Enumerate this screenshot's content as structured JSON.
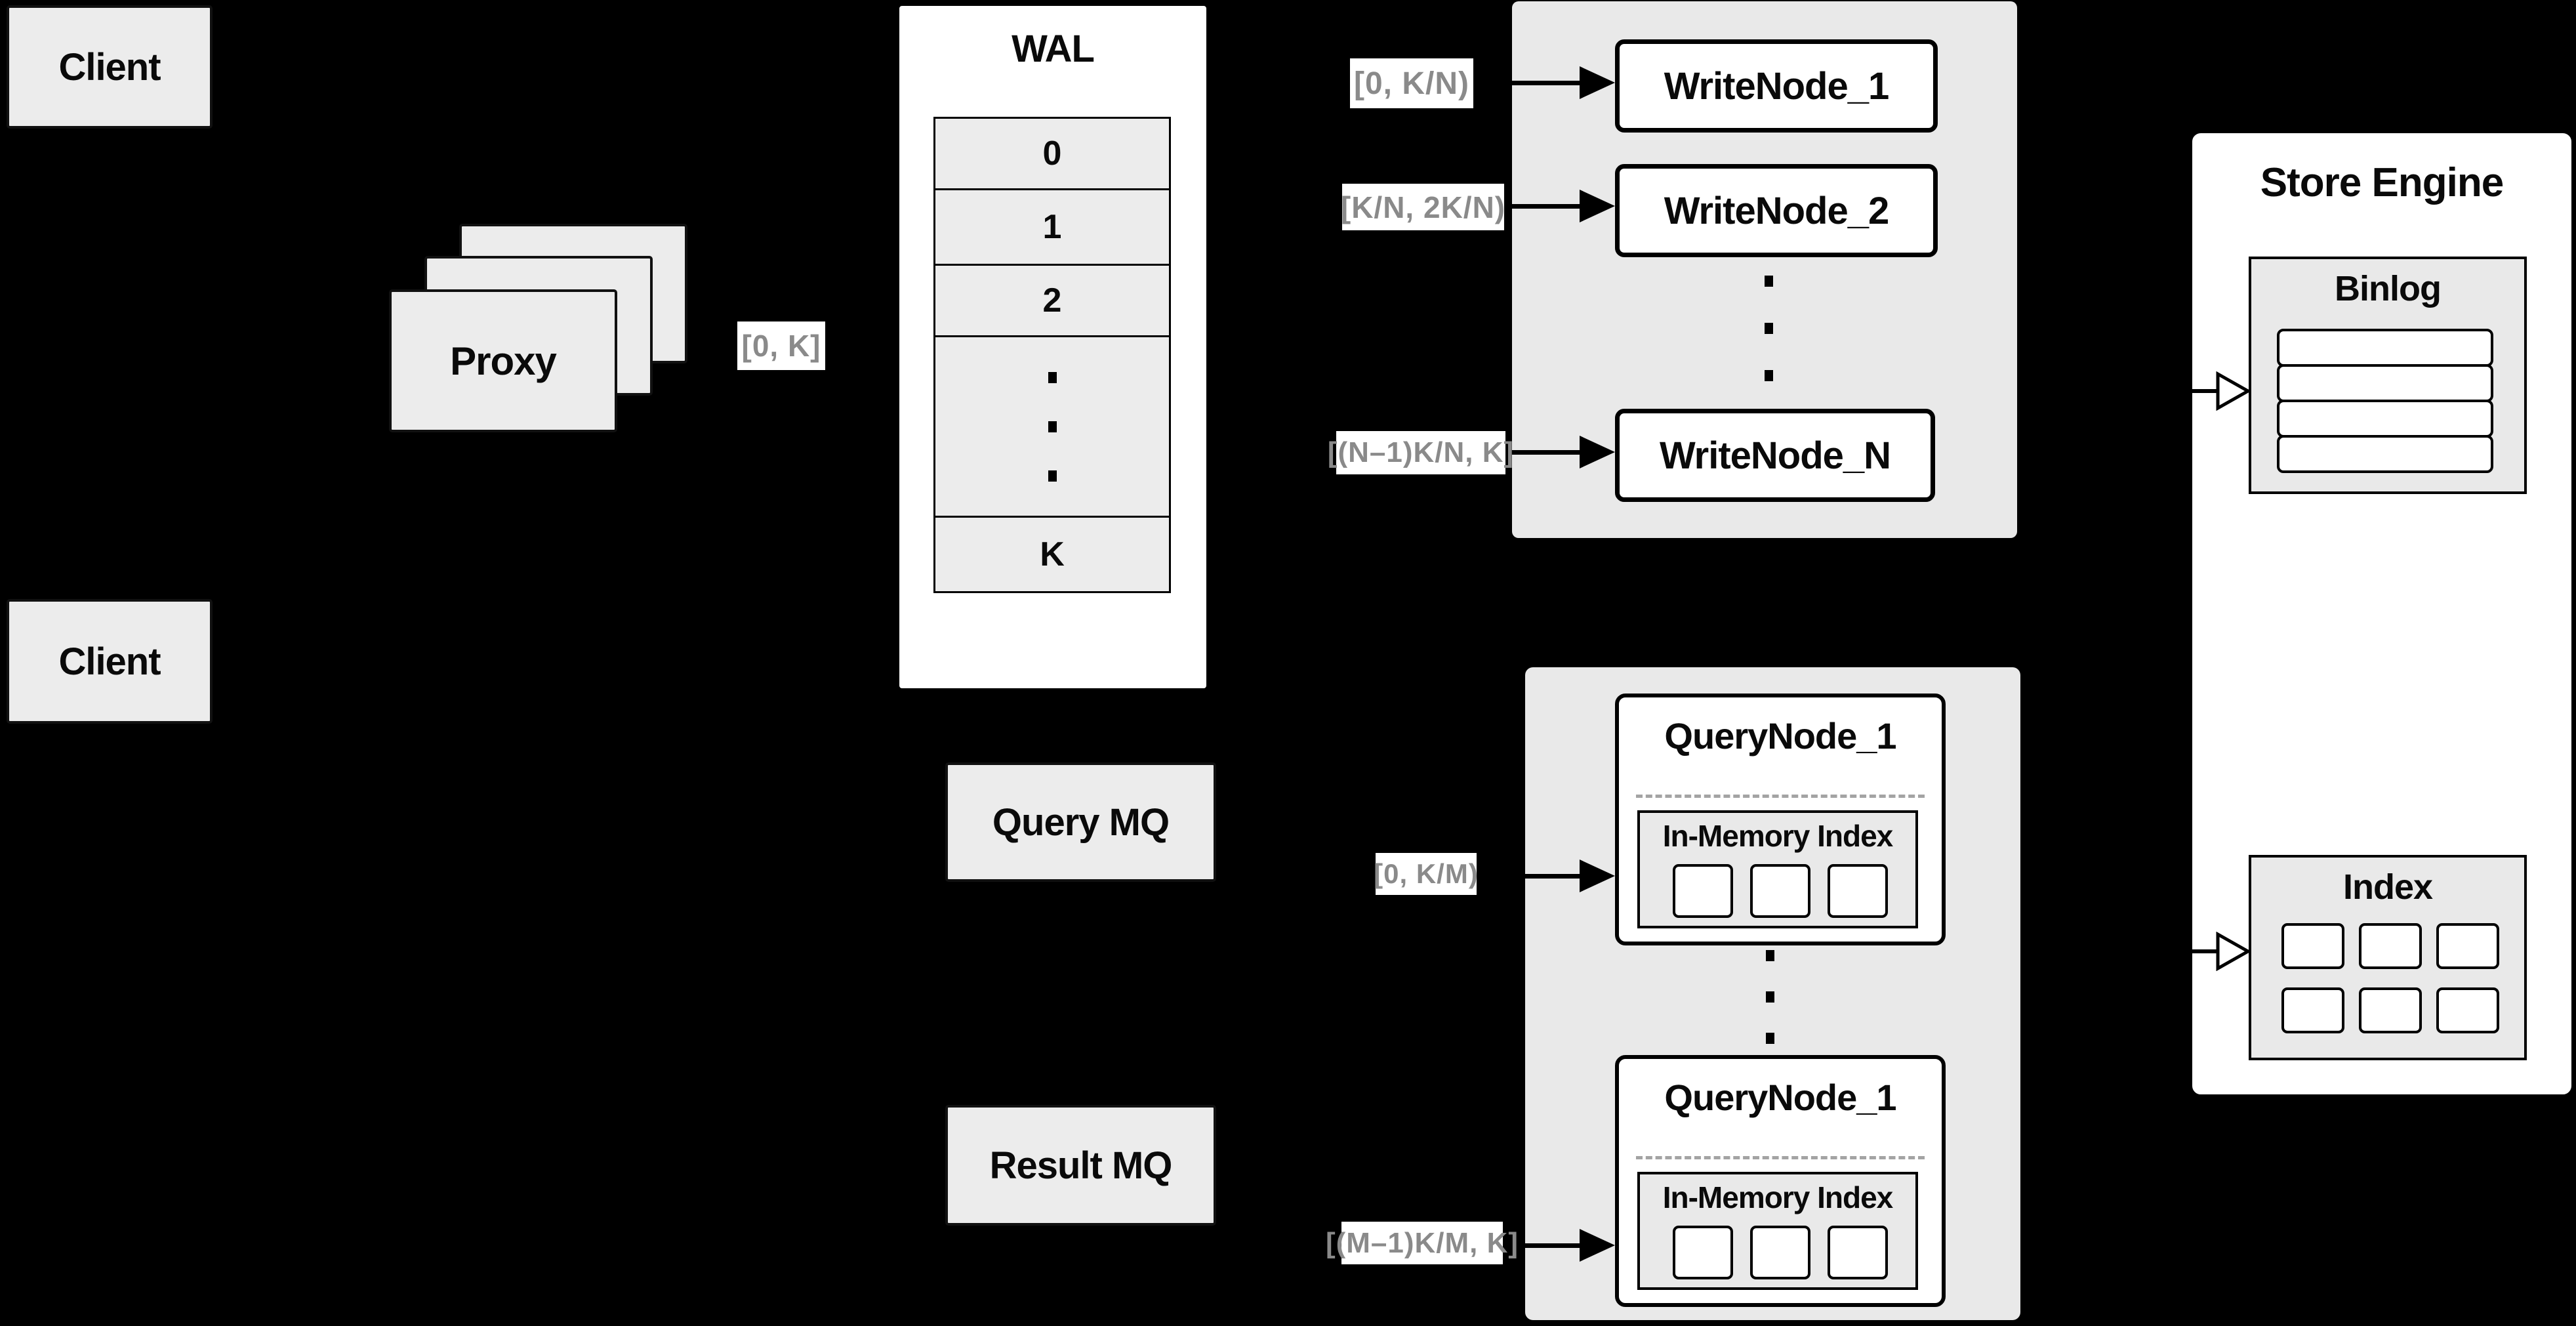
{
  "clients": {
    "top": "Client",
    "bottom": "Client"
  },
  "proxy": {
    "label": "Proxy",
    "range": "[0, K]"
  },
  "wal": {
    "title": "WAL",
    "rows": [
      "0",
      "1",
      "2"
    ],
    "last_row": "K"
  },
  "write_section": {
    "ranges": [
      "[0, K/N)",
      "[K/N, 2K/N)",
      "[(N–1)K/N, K]"
    ],
    "nodes": [
      "WriteNode_1",
      "WriteNode_2",
      "WriteNode_N"
    ]
  },
  "store_engine": {
    "title": "Store Engine",
    "binlog_title": "Binlog",
    "index_title": "Index"
  },
  "mq": {
    "query": "Query MQ",
    "result": "Result MQ"
  },
  "query_section": {
    "ranges": [
      "[0, K/M)",
      "[(M–1)K/M, K]"
    ],
    "nodes": [
      {
        "title": "QueryNode_1",
        "inner_title": "In-Memory Index"
      },
      {
        "title": "QueryNode_1",
        "inner_title": "In-Memory Index"
      }
    ]
  },
  "colors": {
    "background": "#000000",
    "panel": "#e9e9e9",
    "box_fill": "#ececec",
    "node_fill": "#ffffff",
    "border": "#000000",
    "range_text": "#8a8a8a"
  }
}
